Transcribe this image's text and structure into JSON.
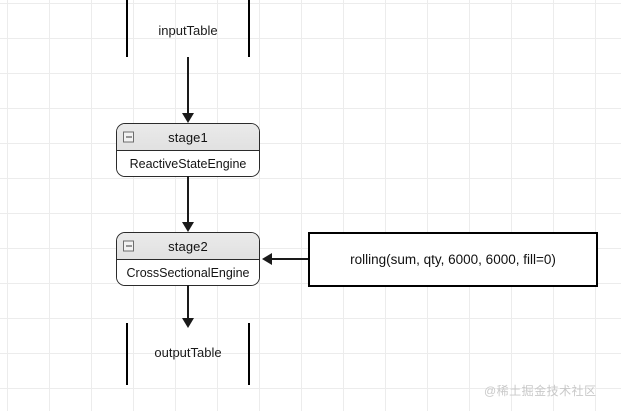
{
  "diagram": {
    "title": "dataflow-pipeline",
    "nodes": {
      "input_table": {
        "label": "inputTable",
        "type": "table-node"
      },
      "stage1": {
        "title": "stage1",
        "engine": "ReactiveStateEngine",
        "collapse_icon": "collapse-minus-icon"
      },
      "stage2": {
        "title": "stage2",
        "engine": "CrossSectionalEngine",
        "collapse_icon": "collapse-minus-icon"
      },
      "expression": {
        "label": "rolling(sum, qty, 6000, 6000, fill=0)"
      },
      "output_table": {
        "label": "outputTable",
        "type": "table-node"
      }
    },
    "edges": [
      {
        "name": "input-to-stage1",
        "from": "inputTable",
        "to": "stage1",
        "direction": "down"
      },
      {
        "name": "stage1-to-stage2",
        "from": "stage1",
        "to": "stage2",
        "direction": "down"
      },
      {
        "name": "expression-to-stage2",
        "from": "rolling(sum, qty, 6000, 6000, fill=0)",
        "to": "stage2",
        "direction": "left"
      },
      {
        "name": "stage2-to-output",
        "from": "stage2",
        "to": "outputTable",
        "direction": "down"
      }
    ],
    "colors": {
      "edge": "#1a1a1a",
      "node_border": "#2b2b2b",
      "header_fill": "#e4e4e4",
      "grid_line": "#ececec",
      "watermark": "#c9c9c9"
    }
  },
  "watermark": {
    "text": "@稀土掘金技术社区"
  }
}
